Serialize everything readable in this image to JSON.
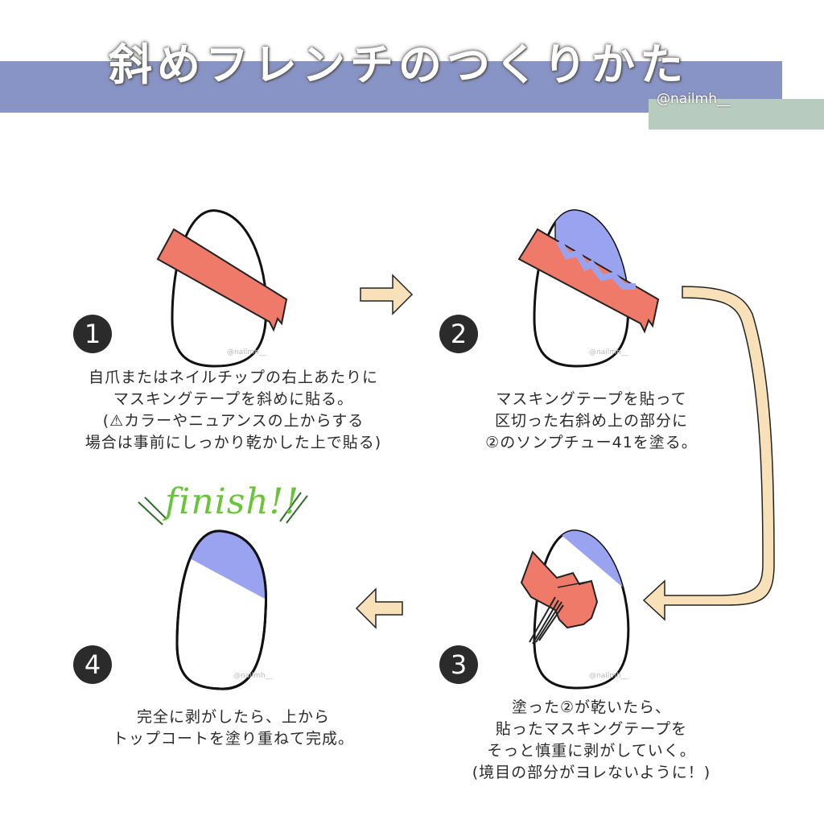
{
  "header": {
    "title": "斜めフレンチのつくりかた",
    "handle": "@nailmh__"
  },
  "colors": {
    "title_band": "#8994c6",
    "handle_band": "#b8cbbf",
    "tape": "#f07a69",
    "polish": "#9aa3ef",
    "arrow": "#f8e1b8",
    "finish": "#6ac43a"
  },
  "watermark": "@nailmh__",
  "finish_label": "finish!!",
  "steps": [
    {
      "number": "1",
      "lines": [
        "自爪またはネイルチップの右上あたりに",
        "マスキングテープを斜めに貼る。",
        "(⚠カラーやニュアンスの上からする",
        "場合は事前にしっかり乾かした上で貼る)"
      ]
    },
    {
      "number": "2",
      "lines": [
        "マスキングテープを貼って",
        "区切った右斜め上の部分に",
        "②のソンプチュー41を塗る。"
      ]
    },
    {
      "number": "3",
      "lines": [
        "塗った②が乾いたら、",
        "貼ったマスキングテープを",
        "そっと慎重に剥がしていく。",
        "(境目の部分がヨレないように！)"
      ]
    },
    {
      "number": "4",
      "lines": [
        "完全に剥がしたら、上から",
        "トップコートを塗り重ねて完成。"
      ]
    }
  ]
}
